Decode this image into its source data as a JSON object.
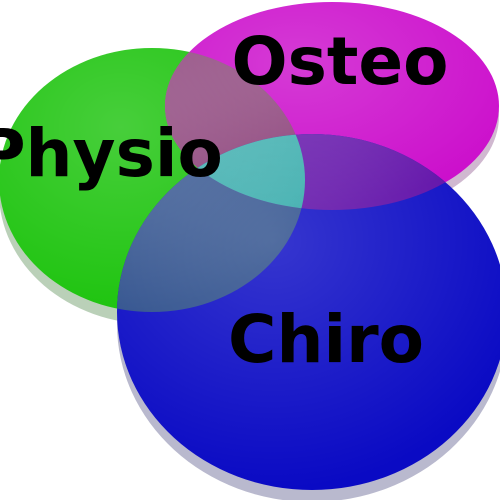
{
  "diagram": {
    "type": "venn",
    "sets": [
      {
        "key": "physio",
        "label": "Physio",
        "color": "#1fc410"
      },
      {
        "key": "osteo",
        "label": "Osteo",
        "color": "#cc10cc"
      },
      {
        "key": "chiro",
        "label": "Chiro",
        "color": "#0a0ac4"
      }
    ],
    "overlaps": {
      "physio_osteo": "#8a3f78",
      "physio_chiro": "#2a4c8a",
      "osteo_chiro": "#5c0aa6",
      "all_three": "#2aa6a6"
    },
    "label_color": "#000000",
    "background": "#ffffff"
  }
}
